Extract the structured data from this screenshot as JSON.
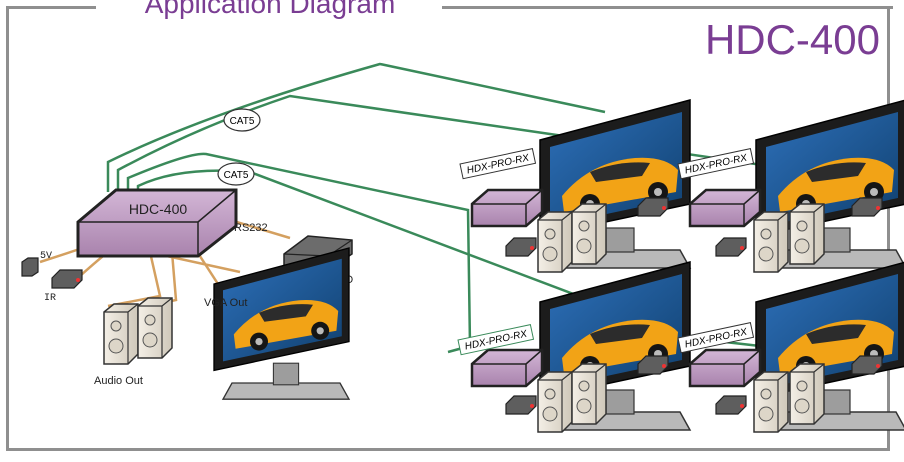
{
  "header": {
    "title": "Application Diagram",
    "model": "HDC-400"
  },
  "transmitter": {
    "label": "HDC-400",
    "rs232": "RS232"
  },
  "cables": [
    {
      "label": "CAT5"
    },
    {
      "label": "CAT5"
    }
  ],
  "sources": {
    "power": "5V",
    "ir": "IR",
    "dvd": "DVD",
    "vga": "VGA Out",
    "audio": "Audio Out"
  },
  "receivers": [
    {
      "label": "HDX-PRO-RX"
    },
    {
      "label": "HDX-PRO-RX"
    },
    {
      "label": "HDX-PRO-RX"
    },
    {
      "label": "HDX-PRO-RX"
    }
  ],
  "colors": {
    "brand": "#7a3d93",
    "frame": "#8f8f8f",
    "cat5": "#3a8a5a",
    "audio_cable": "#d4a060",
    "device_body": "#c8a8cc",
    "device_border": "#222222"
  },
  "icons": {
    "monitor": "monitor-icon",
    "speaker": "speaker-icon",
    "ir": "ir-sensor-icon",
    "power": "power-adapter-icon",
    "dvd": "dvd-player-icon"
  }
}
